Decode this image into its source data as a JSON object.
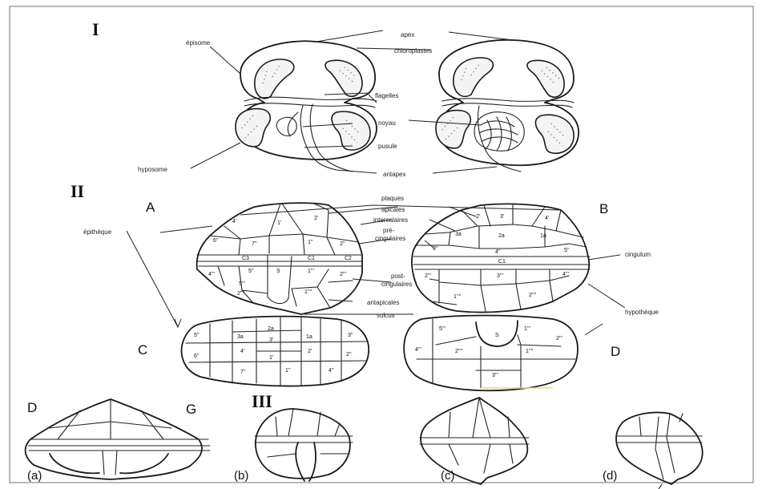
{
  "sections": {
    "I": "I",
    "II": "II",
    "III": "III"
  },
  "section_I": {
    "episome": "épisome",
    "apex": "apex",
    "chloroplasts": "chloroplastes",
    "flagella": "flagelles",
    "nucleus": "noyau",
    "pusule": "pusule",
    "hyposome": "hyposome",
    "antapex": "antapex"
  },
  "section_II": {
    "view_A": "A",
    "view_B": "B",
    "view_C": "C",
    "view_D": "D",
    "plates": "plaques",
    "apical": "apicales",
    "intercalary": "intercalaires",
    "precingular_1": "pré-",
    "precingular_2": "cingulaires",
    "cingulum": "cingulum",
    "epitheca": "épithèque",
    "postcingular_1": "post-",
    "postcingular_2": "cingulaires",
    "antapical": "antapicales",
    "sulcus": "sulcus",
    "hypotheca": "hypothèque"
  },
  "section_III": {
    "label_D": "D",
    "label_G": "G",
    "a": "(a)",
    "b": "(b)",
    "c": "(c)",
    "d": "(d)"
  },
  "plate_labels": {
    "A": {
      "apical_left": "4'",
      "apical_mid": "1'",
      "apical_right": "2'",
      "pre_5": "5''",
      "pre_6": "6''",
      "pre_7": "7''",
      "pre_1": "1''",
      "pre_2": "2''",
      "cingular_left": "C3",
      "cingular_right": "C1",
      "cingular_far": "C2",
      "sulcal": "S",
      "post_4": "4'''",
      "post_5": "5'''",
      "post_1": "1'''",
      "post_2": "2'''",
      "ant_2": "2''''",
      "ant_1": "1''''"
    },
    "B": {
      "apical_2": "2'",
      "apical_3": "3'",
      "apical_4": "4'",
      "inter_3a": "3a",
      "inter_2a": "2a",
      "inter_1a": "1a",
      "pre_3": "3''",
      "pre_4": "4''",
      "pre_5": "5''",
      "cingular": "C1",
      "post_2": "2'''",
      "post_3": "3'''",
      "post_4": "4'''",
      "ant_1": "1''''",
      "ant_2": "2''''"
    },
    "C": {
      "p5": "5''",
      "p6": "6''",
      "i3a": "3a",
      "i2a": "2a",
      "i1a": "1a",
      "a3": "3'",
      "a4": "4'",
      "a1": "1'",
      "a2": "2'",
      "p7": "7''",
      "p1": "1''",
      "p2": "2''",
      "p3": "3''",
      "p4": "4''"
    },
    "D": {
      "p5": "5'''",
      "p4": "4'''",
      "p1": "1'''",
      "s": "S",
      "p2": "2'''",
      "a1": "1''''",
      "a2": "2''''",
      "p3": "3'''"
    }
  }
}
